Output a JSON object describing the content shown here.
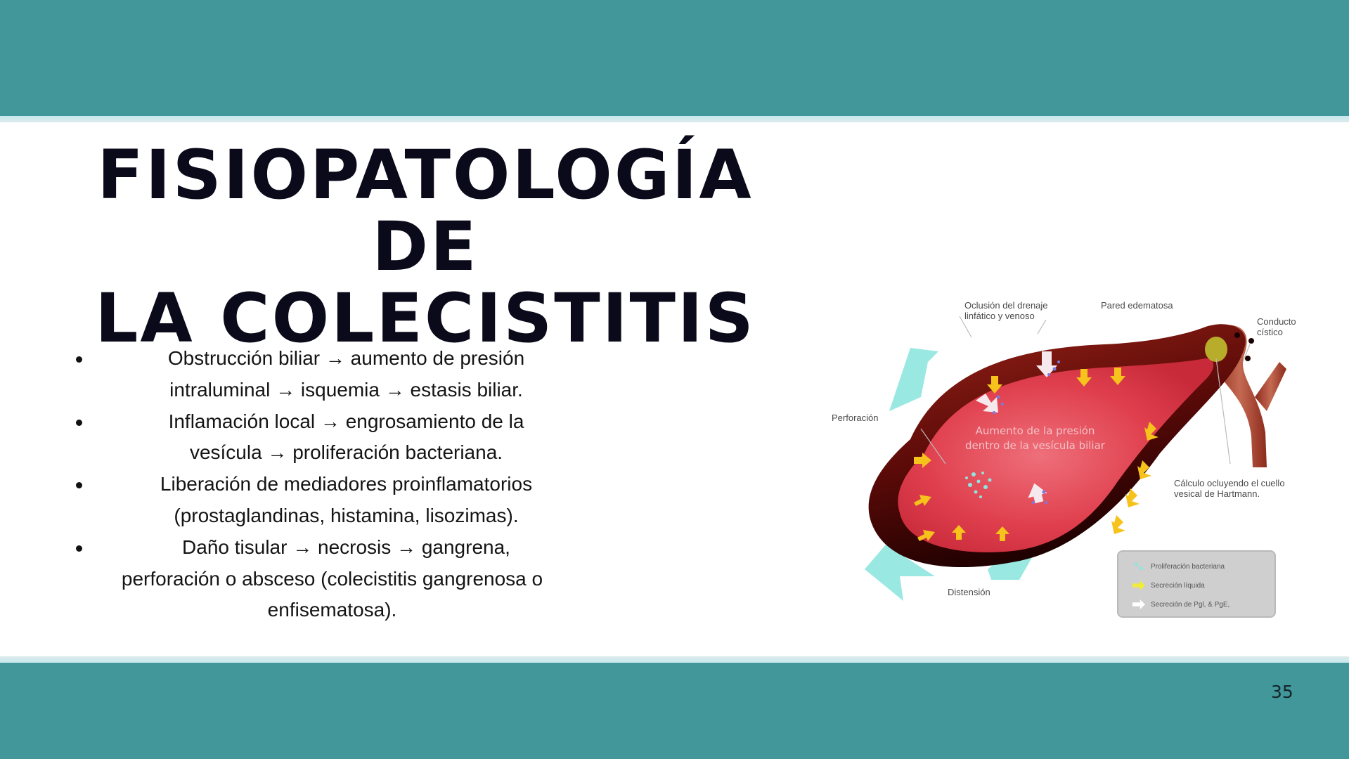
{
  "slide": {
    "title_lines": [
      "FISIOPATOLOGÍA DE",
      "LA COLECISTITIS"
    ],
    "bullets": [
      {
        "lines": [
          "Obstrucción biliar → aumento de presión",
          "intraluminal → isquemia → estasis biliar."
        ]
      },
      {
        "lines": [
          "Inflamación local → engrosamiento de la",
          "vesícula → proliferación bacteriana."
        ]
      },
      {
        "lines": [
          "Liberación de mediadores proinflamatorios",
          "(prostaglandinas, histamina, lisozimas)."
        ]
      },
      {
        "lines": [
          "Daño tisular → necrosis → gangrena,",
          "perforación o absceso (colecistitis gangrenosa o",
          "enfisematosa)."
        ]
      }
    ],
    "page_number": "35",
    "colors": {
      "band": "#41979a",
      "stripe": "#c8e9ee",
      "title": "#0b0a1a",
      "text": "#141414"
    }
  },
  "diagram": {
    "labels": {
      "oclusion": [
        "Oclusión del drenaje",
        "linfático y venoso"
      ],
      "pared": "Pared edematosa",
      "conducto": [
        "Conducto",
        "cístico"
      ],
      "perforacion": "Perforación",
      "calculo": [
        "Cálculo ocluyendo el cuello",
        "vesical de Hartmann."
      ],
      "distension": "Distensión",
      "center": [
        "Aumento de la presión",
        "dentro de la vesícula biliar"
      ]
    },
    "legend": [
      {
        "label": "Proliferación bacteriana",
        "icon": "bacteria-dots-icon"
      },
      {
        "label": "Secreción líquida",
        "icon": "yellow-arrow-icon"
      },
      {
        "label": "Secreción de Pgl, & PgE,",
        "icon": "white-arrow-icon"
      }
    ],
    "colors": {
      "wall": "#7a1010",
      "wall_dark": "#1e0000",
      "lumen": "#e0404e",
      "fluid_arrow": "#f6c21c",
      "distension_arrow": "#8ee6df",
      "legend_bg": "#cfcfcf"
    }
  }
}
